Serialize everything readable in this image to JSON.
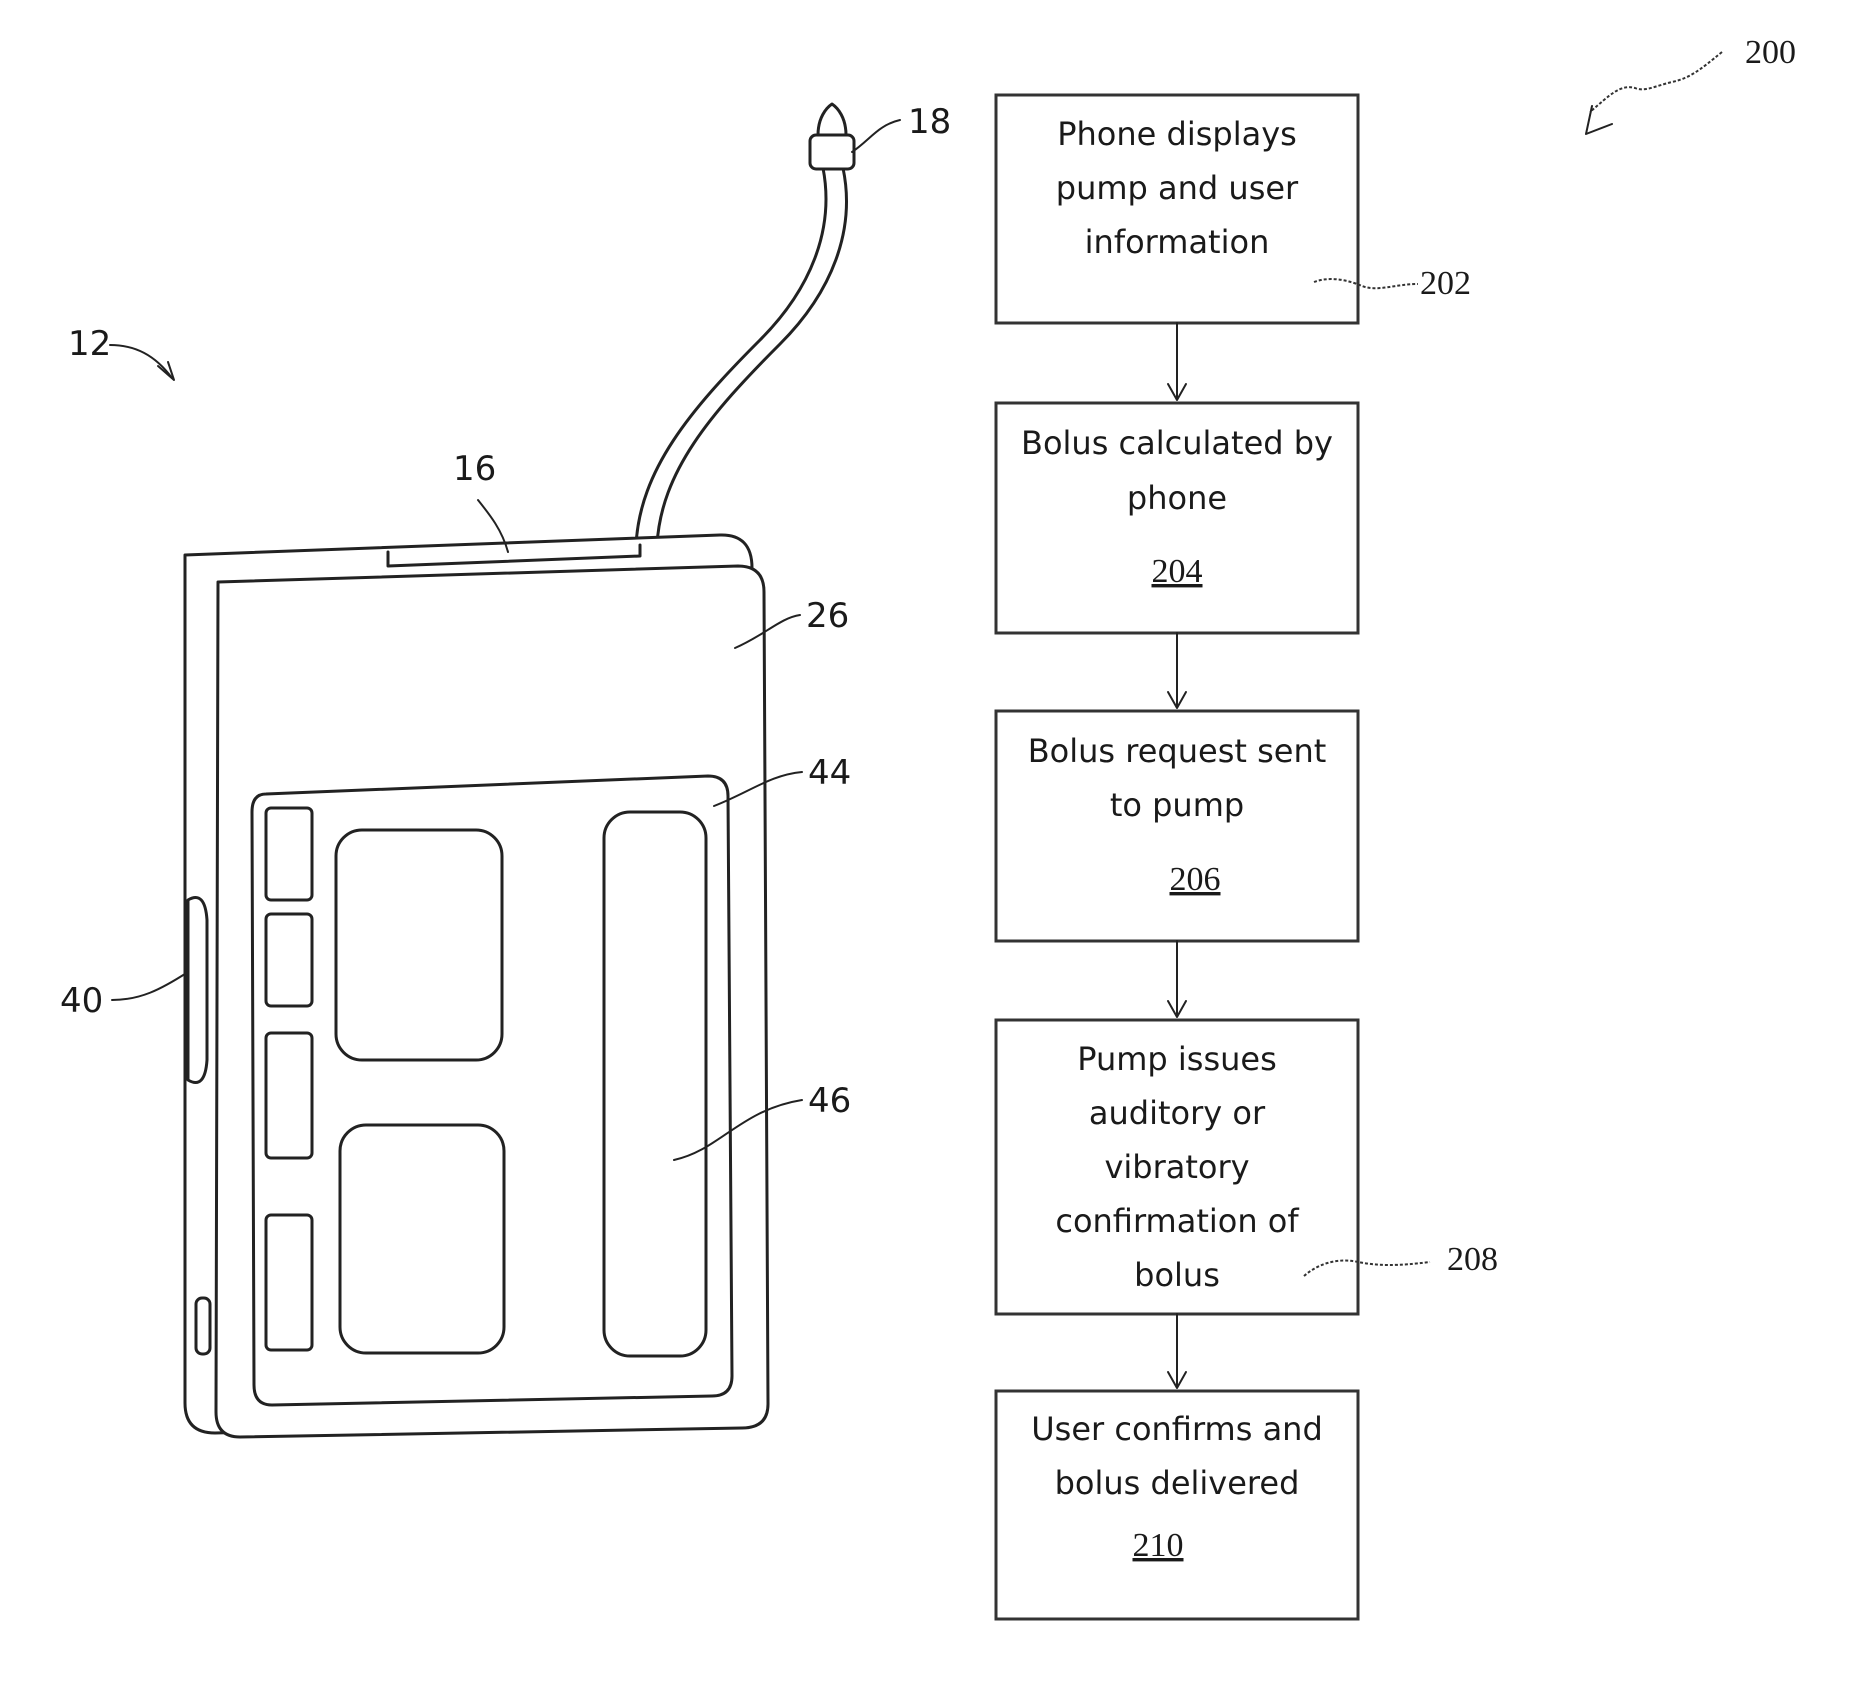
{
  "device": {
    "refs": {
      "device": "12",
      "port": "16",
      "tip": "18",
      "housing": "26",
      "button": "40",
      "display": "44",
      "display_area": "46"
    }
  },
  "flowchart": {
    "ref": "200",
    "steps": [
      {
        "lines": [
          "Phone displays",
          "pump and user",
          "information"
        ],
        "number": "202"
      },
      {
        "lines": [
          "Bolus calculated by",
          "phone"
        ],
        "number": "204"
      },
      {
        "lines": [
          "Bolus request sent",
          "to pump"
        ],
        "number": "206"
      },
      {
        "lines": [
          "Pump issues",
          "auditory or",
          "vibratory",
          "confirmation of",
          "bolus"
        ],
        "number": "208"
      },
      {
        "lines": [
          "User confirms and",
          "bolus delivered"
        ],
        "number": "210"
      }
    ]
  }
}
